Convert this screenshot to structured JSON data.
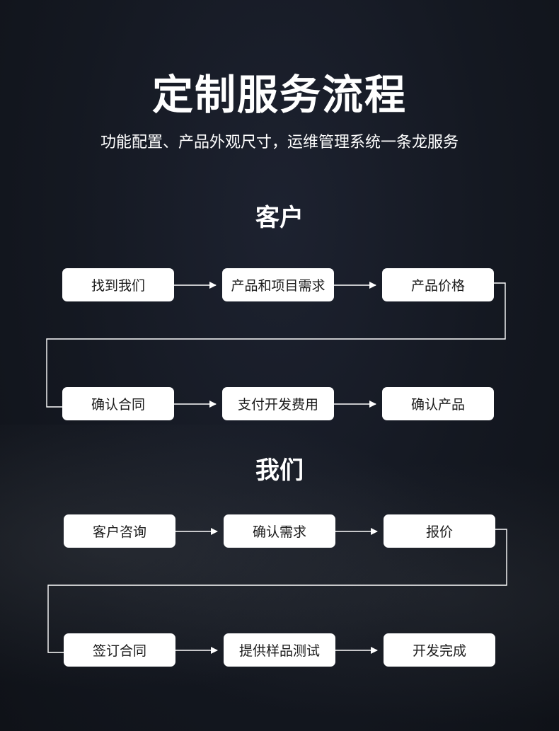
{
  "header": {
    "title": "定制服务流程",
    "subtitle": "功能配置、产品外观尺寸，运维管理系统一条龙服务"
  },
  "sections": [
    {
      "heading": "客户",
      "row1": [
        "找到我们",
        "产品和项目需求",
        "产品价格"
      ],
      "row2": [
        "确认合同",
        "支付开发费用",
        "确认产品"
      ]
    },
    {
      "heading": "我们",
      "row1": [
        "客户咨询",
        "确认需求",
        "报价"
      ],
      "row2": [
        "签订合同",
        "提供样品测试",
        "开发完成"
      ]
    }
  ]
}
